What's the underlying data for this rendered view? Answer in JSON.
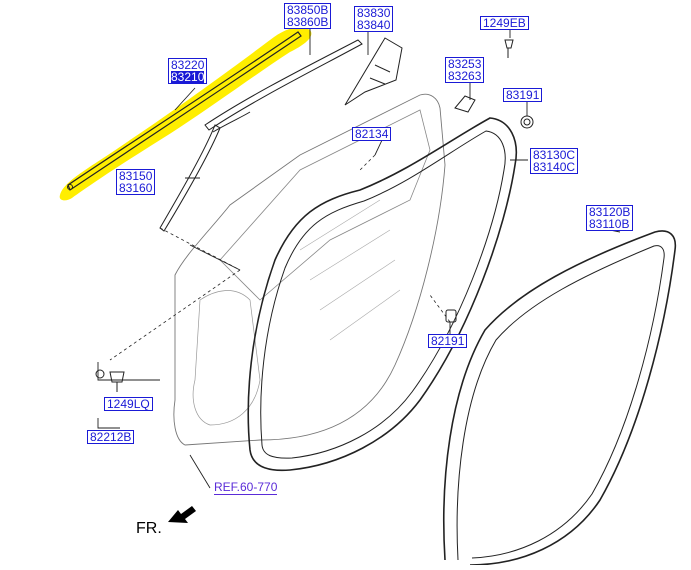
{
  "colors": {
    "line": "#222222",
    "part_label": "#1a1ad6",
    "ref_label": "#5a2bd8",
    "highlight": "#ffee00"
  },
  "labels": {
    "p83850b": "83850B",
    "p83860b": "83860B",
    "p83830": "83830",
    "p83840": "83840",
    "p1249eb": "1249EB",
    "p83220": "83220",
    "p83210": "83210",
    "p83253": "83253",
    "p83263": "83263",
    "p83191": "83191",
    "p82134": "82134",
    "p83130c": "83130C",
    "p83140c": "83140C",
    "p83150": "83150",
    "p83160": "83160",
    "p83120b": "83120B",
    "p83110b": "83110B",
    "p82191": "82191",
    "p1249lq": "1249LQ",
    "p82212b": "82212B",
    "ref": "REF.60-770",
    "front": "FR."
  }
}
